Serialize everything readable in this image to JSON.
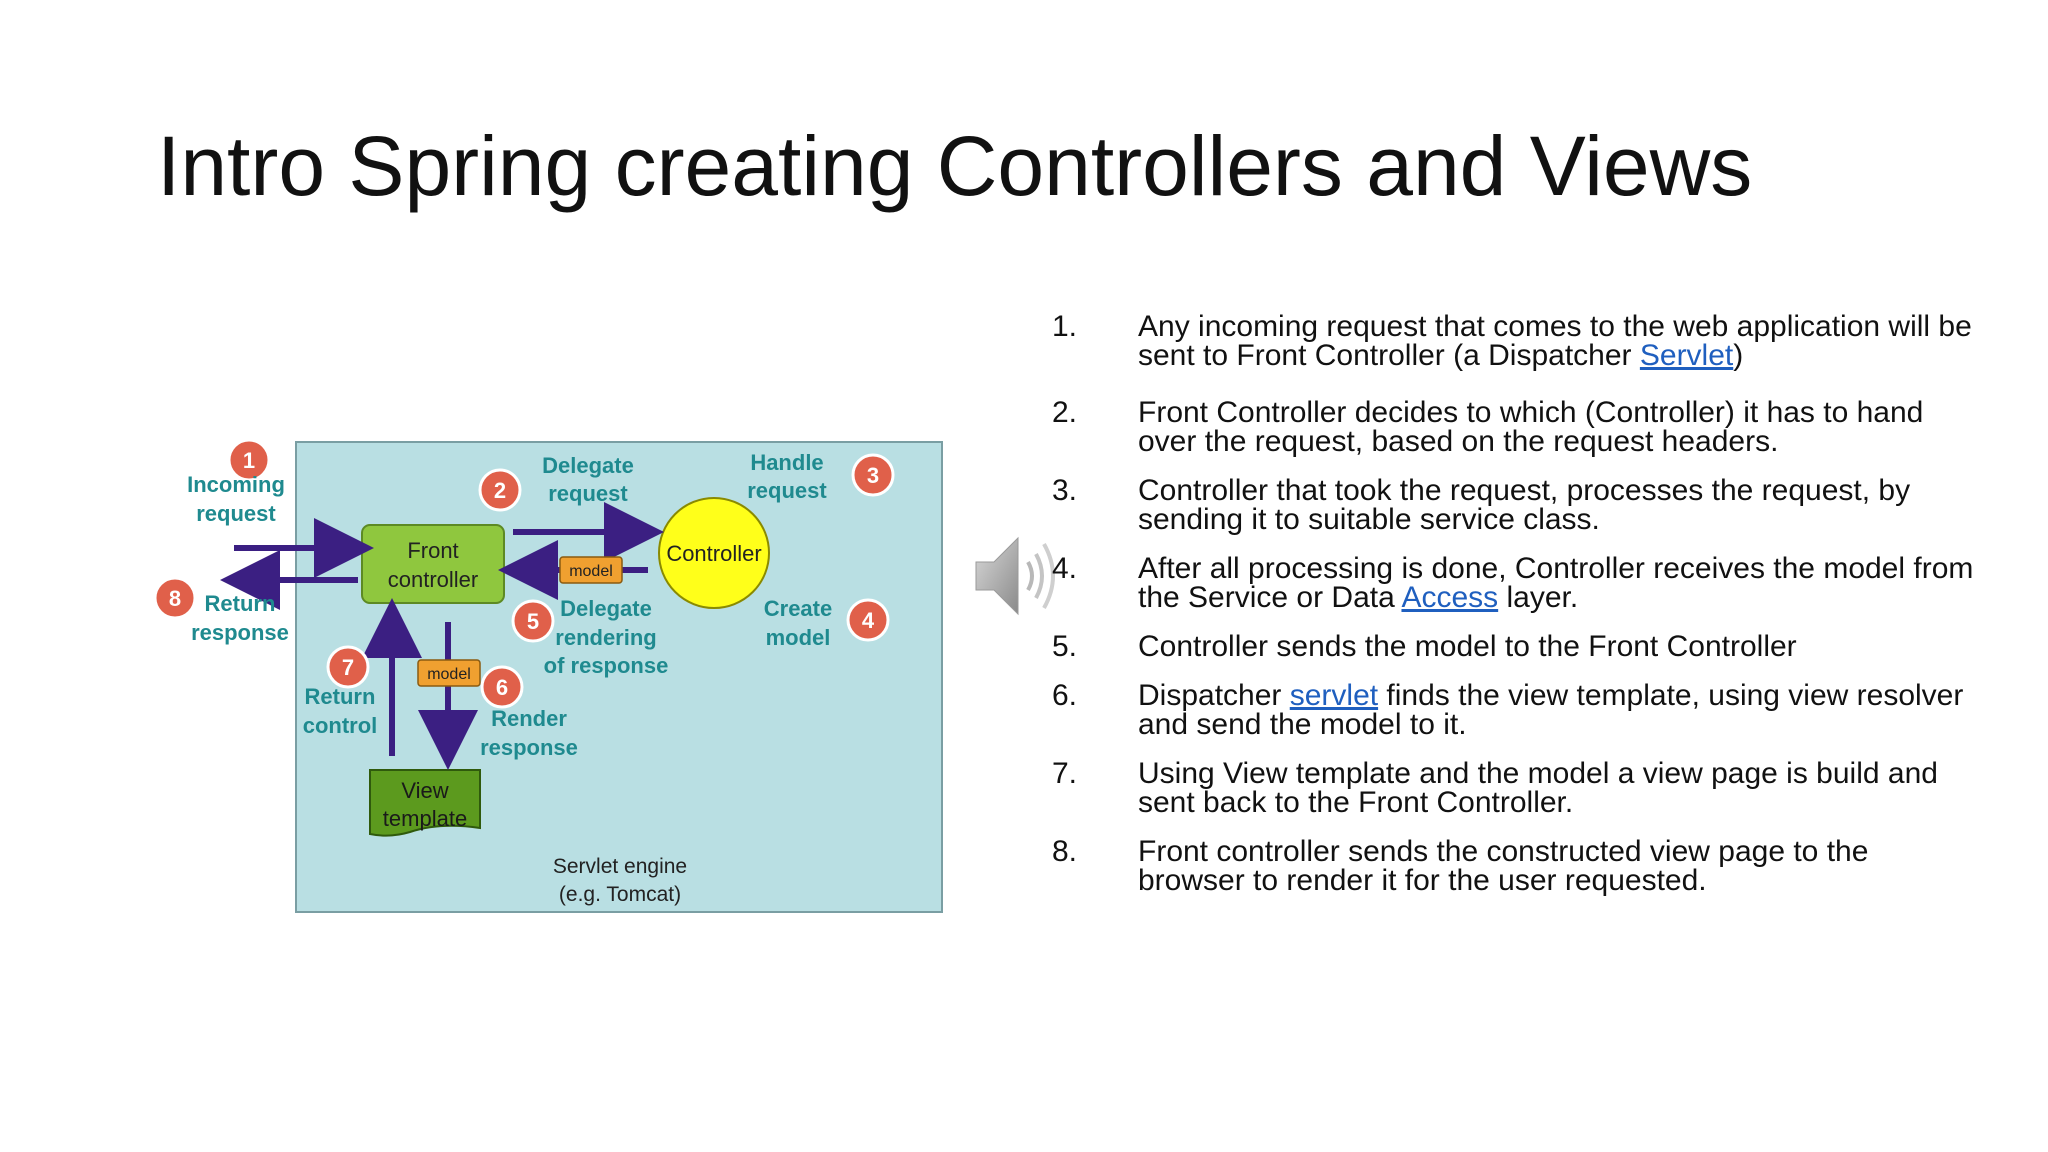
{
  "slide": {
    "title": "Intro Spring creating Controllers and Views"
  },
  "diagram": {
    "steps": [
      {
        "n": "1",
        "label1": "Incoming",
        "label2": "request"
      },
      {
        "n": "2",
        "label1": "Delegate",
        "label2": "request"
      },
      {
        "n": "3",
        "label1": "Handle",
        "label2": "request"
      },
      {
        "n": "4",
        "label1": "Create",
        "label2": "model"
      },
      {
        "n": "5",
        "label1": "Delegate",
        "label2": "rendering",
        "label3": "of response"
      },
      {
        "n": "6",
        "label1": "Render",
        "label2": "response"
      },
      {
        "n": "7",
        "label1": "Return",
        "label2": "control"
      },
      {
        "n": "8",
        "label1": "Return",
        "label2": "response"
      }
    ],
    "front_controller": {
      "line1": "Front",
      "line2": "controller"
    },
    "controller": "Controller",
    "model_label": "model",
    "view_template": {
      "line1": "View",
      "line2": "template"
    },
    "engine": {
      "line1": "Servlet engine",
      "line2": "(e.g. Tomcat)"
    },
    "colors": {
      "panel": "#b9dfe3",
      "front": "#8fc73e",
      "controller": "#ffff1a",
      "model": "#f0a030",
      "view": "#5c9a1e",
      "arrow": "#3b1f82",
      "badge": "#e0604a",
      "teal_text": "#1f8a8f"
    }
  },
  "points": [
    {
      "num": "1.",
      "before": "Any incoming request that comes to the web application will be sent to Front Controller (a Dispatcher ",
      "link": "Servlet",
      "after": ")"
    },
    {
      "num": "2.",
      "before": "Front Controller decides to which (Controller) it has to hand over the request, based on the request headers.",
      "link": "",
      "after": ""
    },
    {
      "num": "3.",
      "before": "Controller that took the request, processes the request, by sending it to suitable service class.",
      "link": "",
      "after": ""
    },
    {
      "num": "4.",
      "before": "After all processing is done, Controller receives the model from the Service or Data ",
      "link": "Access",
      "after": " layer."
    },
    {
      "num": "5.",
      "before": "Controller sends the model to the Front Controller",
      "link": "",
      "after": ""
    },
    {
      "num": "6.",
      "before": "Dispatcher ",
      "link": "servlet",
      "after": " finds the view template, using view resolver and send the model to it."
    },
    {
      "num": "7.",
      "before": "Using View template and the model a view page is build and sent back to the Front Controller.",
      "link": "",
      "after": ""
    },
    {
      "num": "8.",
      "before": "Front controller sends the constructed view page to the browser to render it for the user requested.",
      "link": "",
      "after": ""
    }
  ],
  "icons": {
    "audio": "speaker-icon"
  }
}
